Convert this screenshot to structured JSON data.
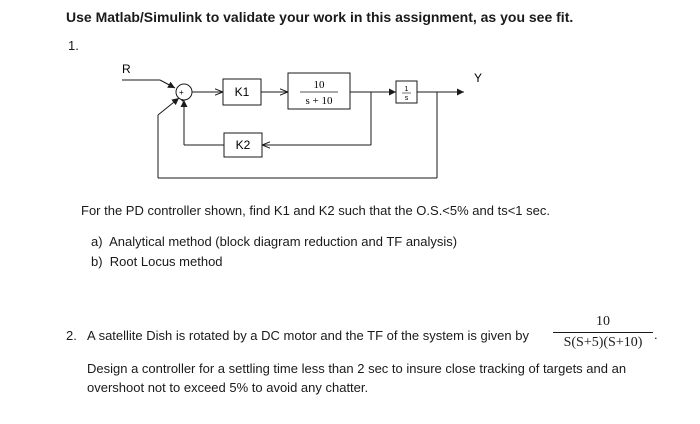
{
  "header": {
    "title": "Use Matlab/Simulink to validate your work in this assignment, as you see fit."
  },
  "problem1": {
    "number": "1.",
    "diagram": {
      "input_label": "R",
      "output_label": "Y",
      "sum_sign_top": "+",
      "sum_sign_bottom": "+",
      "k1_label": "K1",
      "k2_label": "K2",
      "plant_numerator": "10",
      "plant_denominator": "s + 10",
      "integrator_numerator": "1",
      "integrator_denominator": "s"
    },
    "statement": "For the PD controller shown, find K1 and K2 such that the O.S.<5% and ts<1 sec.",
    "items": [
      {
        "marker": "a)",
        "text": "Analytical method (block diagram reduction and TF analysis)"
      },
      {
        "marker": "b)",
        "text": "Root Locus method"
      }
    ]
  },
  "problem2": {
    "number": "2.",
    "text": "A satellite Dish is rotated by a DC motor and the TF of the system is given by",
    "tf_numerator": "10",
    "tf_denominator": "S(S+5)(S+10)",
    "tf_suffix": ".",
    "line2": "Design a controller for a settling time less than 2 sec to insure close tracking of targets and an",
    "line3": "overshoot not to exceed 5% to avoid any chatter."
  }
}
